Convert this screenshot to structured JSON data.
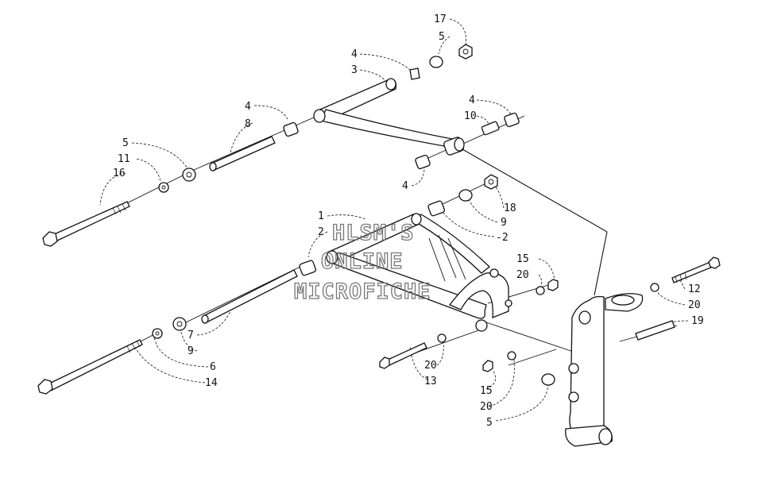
{
  "watermark": {
    "line1": "HLSM'S",
    "line2": "ONLINE",
    "line3": "MICROFICHE"
  },
  "callouts": [
    {
      "id": "c-17",
      "text": "17"
    },
    {
      "id": "c-5a",
      "text": "5"
    },
    {
      "id": "c-4a",
      "text": "4"
    },
    {
      "id": "c-3",
      "text": "3"
    },
    {
      "id": "c-4b",
      "text": "4"
    },
    {
      "id": "c-8",
      "text": "8"
    },
    {
      "id": "c-4c",
      "text": "4"
    },
    {
      "id": "c-10",
      "text": "10"
    },
    {
      "id": "c-5b",
      "text": "5"
    },
    {
      "id": "c-11",
      "text": "11"
    },
    {
      "id": "c-16",
      "text": "16"
    },
    {
      "id": "c-4d",
      "text": "4"
    },
    {
      "id": "c-18",
      "text": "18"
    },
    {
      "id": "c-9a",
      "text": "9"
    },
    {
      "id": "c-1",
      "text": "1"
    },
    {
      "id": "c-2a",
      "text": "2"
    },
    {
      "id": "c-2b",
      "text": "-2"
    },
    {
      "id": "c-15a",
      "text": "15"
    },
    {
      "id": "c-20a",
      "text": "20"
    },
    {
      "id": "c-12",
      "text": "12"
    },
    {
      "id": "c-20b",
      "text": "20"
    },
    {
      "id": "c-19",
      "text": "19"
    },
    {
      "id": "c-7",
      "text": "7"
    },
    {
      "id": "c-9b",
      "text": "9"
    },
    {
      "id": "c-6",
      "text": "6"
    },
    {
      "id": "c-14",
      "text": "14"
    },
    {
      "id": "c-20c",
      "text": "20"
    },
    {
      "id": "c-13",
      "text": "13"
    },
    {
      "id": "c-15b",
      "text": "15"
    },
    {
      "id": "c-20d",
      "text": "20"
    },
    {
      "id": "c-5c",
      "text": "5"
    }
  ]
}
